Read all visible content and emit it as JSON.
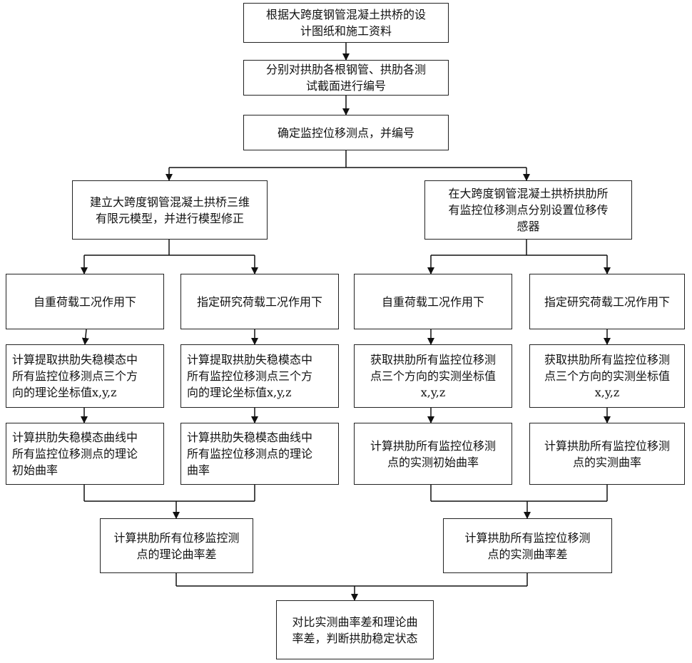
{
  "steps": {
    "s1": "根据大跨度钢管混凝土拱桥的设\n计图纸和施工资料",
    "s2": "分别对拱肋各根钢管、拱肋各测\n试截面进行编号",
    "s3": "确定监控位移测点，并编号",
    "model": "建立大跨度钢管混凝土拱桥三维\n有限元模型，并进行模型修正",
    "sensor": "在大跨度钢管混凝土拱桥拱肋所\n有监控位移测点分别设置位移传\n感器",
    "l_self": "自重荷载工况作用下",
    "l_spec": "指定研究荷载工况作用下",
    "r_self": "自重荷载工况作用下",
    "r_spec": "指定研究荷载工况作用下",
    "l_coord1": "计算提取拱肋失稳模态中\n所有监控位移测点三个方\n向的理论坐标值x,y,z",
    "l_coord2": "计算提取拱肋失稳模态中\n所有监控位移测点三个方\n向的理论坐标值x,y,z",
    "r_coord1": "获取拱肋所有监控位移测\n点三个方向的实测坐标值\nx,y,z",
    "r_coord2": "获取拱肋所有监控位移测\n点三个方向的实测坐标值\nx,y,z",
    "l_curv1": "计算拱肋失稳模态曲线中\n所有监控位移测点的理论\n初始曲率",
    "l_curv2": "计算拱肋失稳模态曲线中\n所有监控位移测点的理论\n曲率",
    "r_curv1": "计算拱肋所有监控位移测\n点的实测初始曲率",
    "r_curv2": "计算拱肋所有监控位移测\n点的实测曲率",
    "l_diff": "计算拱肋所有位移监控测\n点的理论曲率差",
    "r_diff": "计算拱肋所有监控位移测\n点的实测曲率差",
    "final": "对比实测曲率差和理论曲\n率差，判断拱肋稳定状态"
  }
}
